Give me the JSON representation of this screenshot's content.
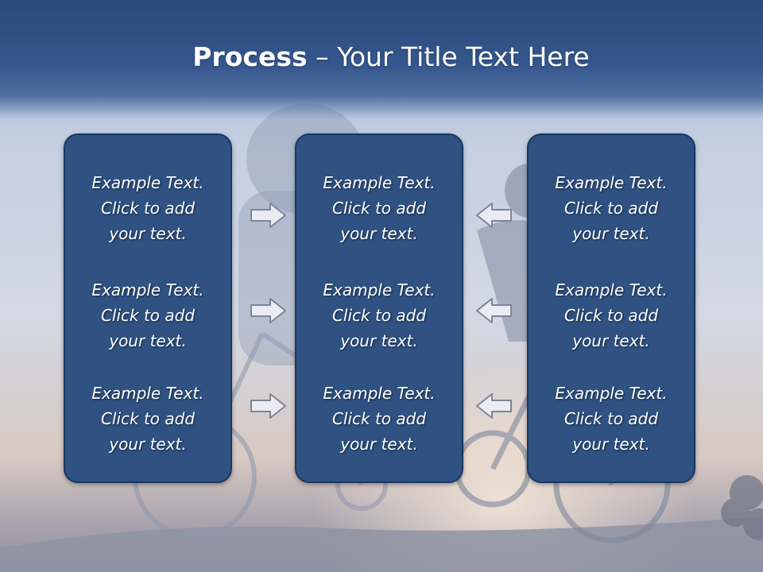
{
  "slide": {
    "title_bold": "Process",
    "title_rest": " – Your Title Text Here"
  },
  "panels": [
    {
      "items": [
        "Example Text.\nClick  to add\nyour text.",
        "Example Text.\nClick  to add\nyour text.",
        "Example Text.\nClick  to add\nyour text."
      ]
    },
    {
      "items": [
        "Example Text.\nClick  to add\nyour text.",
        "Example Text.\nClick  to add\nyour text.",
        "Example Text.\nClick  to add\nyour text."
      ]
    },
    {
      "items": [
        "Example Text.\nClick  to add\nyour text.",
        "Example Text.\nClick  to add\nyour text.",
        "Example Text.\nClick  to add\nyour text."
      ]
    }
  ],
  "arrows": {
    "left_group_direction": "right",
    "right_group_direction": "left"
  },
  "colors": {
    "header": "#35578d",
    "panel_fill": "#2f5283",
    "panel_border": "#1b3560",
    "text": "#ffffff"
  }
}
